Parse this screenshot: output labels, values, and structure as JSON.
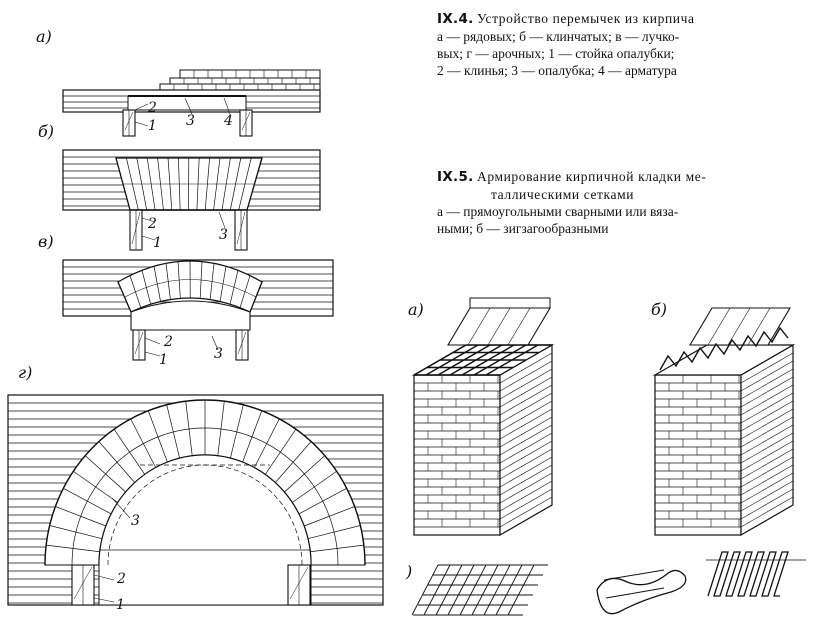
{
  "fig4": {
    "number": "IX.4.",
    "title": "Устройство  перемычек  из  кирпича",
    "lines": [
      "а — рядовых;  б — клинчатых;  в — лучко-",
      "вых;  г — арочных;  1 — стойка  опалубки;",
      "2 — клинья;  3 — опалубка;  4 — арматура"
    ]
  },
  "fig5": {
    "number": "IX.5.",
    "title_line1": "Армирование  кирпичной  кладки  ме-",
    "title_line2": "таллическими сетками",
    "lines": [
      "а — прямоугольными  сварными  или  вяза-",
      "ными;  б — зигзагообразными"
    ]
  },
  "labels": {
    "a": "а)",
    "b": "б)",
    "v": "в)",
    "g": "г)",
    "a5": "а)",
    "b5": "б)",
    "tick": ")"
  },
  "numbers": {
    "a2": "2",
    "a1": "1",
    "a3": "3",
    "a4": "4",
    "b2": "2",
    "b1": "1",
    "b3": "3",
    "v2": "2",
    "v1": "1",
    "v3": "3",
    "g3": "3",
    "g2": "2",
    "g1": "1"
  },
  "colors": {
    "ink": "#111111",
    "background": "#ffffff"
  }
}
